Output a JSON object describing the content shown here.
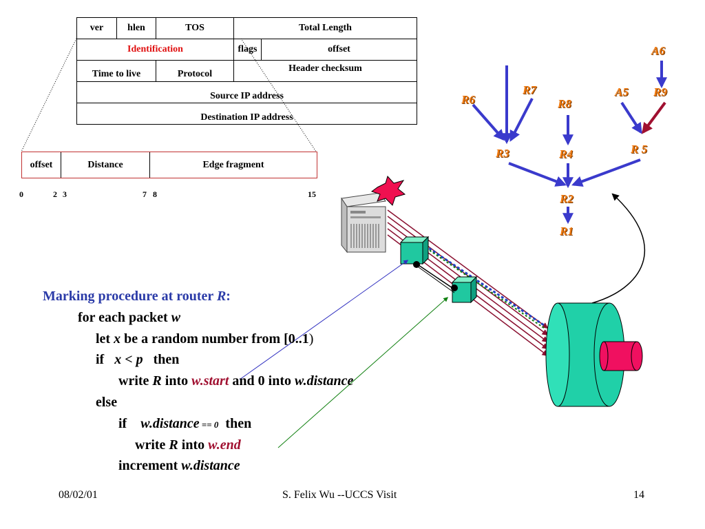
{
  "ip_header": {
    "row1": [
      "ver",
      "hlen",
      "TOS",
      "Total Length"
    ],
    "row2": [
      "Identification",
      "flags",
      "offset"
    ],
    "row3": [
      "Time to live",
      "Protocol",
      "Header checksum"
    ],
    "row4": [
      "Source IP address"
    ],
    "row5": [
      "Destination IP address"
    ]
  },
  "marking_field": {
    "cells": [
      "offset",
      "Distance",
      "Edge fragment"
    ],
    "bits": [
      "0",
      "2",
      "3",
      "7",
      "8",
      "15"
    ]
  },
  "routers": [
    "A6",
    "R7",
    "R6",
    "R8",
    "A5",
    "R9",
    "R3",
    "R4",
    "R 5",
    "R2",
    "R1"
  ],
  "procedure": {
    "title_a": "Marking procedure at router ",
    "title_r": "R",
    "title_b": ":",
    "l1_a": "for each packet ",
    "l1_w": "w",
    "l2_a": "let ",
    "l2_x": "x",
    "l2_b": " be a random number from [0..1",
    "l2_c": ")",
    "l3_a": "if   ",
    "l3_x": "x < p",
    "l3_b": "   then",
    "l4_a": "write ",
    "l4_r": "R",
    "l4_b": " into ",
    "l4_ws": "w.start",
    "l4_c": " and 0 into ",
    "l4_wd": "w.distance",
    "l5": "else",
    "l6_a": "if    ",
    "l6_wd": "w.distance",
    "l6_eq": " == 0",
    "l6_b": "  then",
    "l7_a": "write ",
    "l7_r": "R",
    "l7_b": " into ",
    "l7_we": "w.end",
    "l8_a": "increment ",
    "l8_wd": "w.distance"
  },
  "footer": {
    "date": "08/02/01",
    "center": "S. Felix Wu --UCCS Visit",
    "page": "14"
  },
  "colors": {
    "router_label": "#f07a10",
    "arrow_blue": "#3a3acc",
    "arrow_red": "#a01030",
    "victim": "#20c8a0",
    "hub": "#f01060"
  }
}
